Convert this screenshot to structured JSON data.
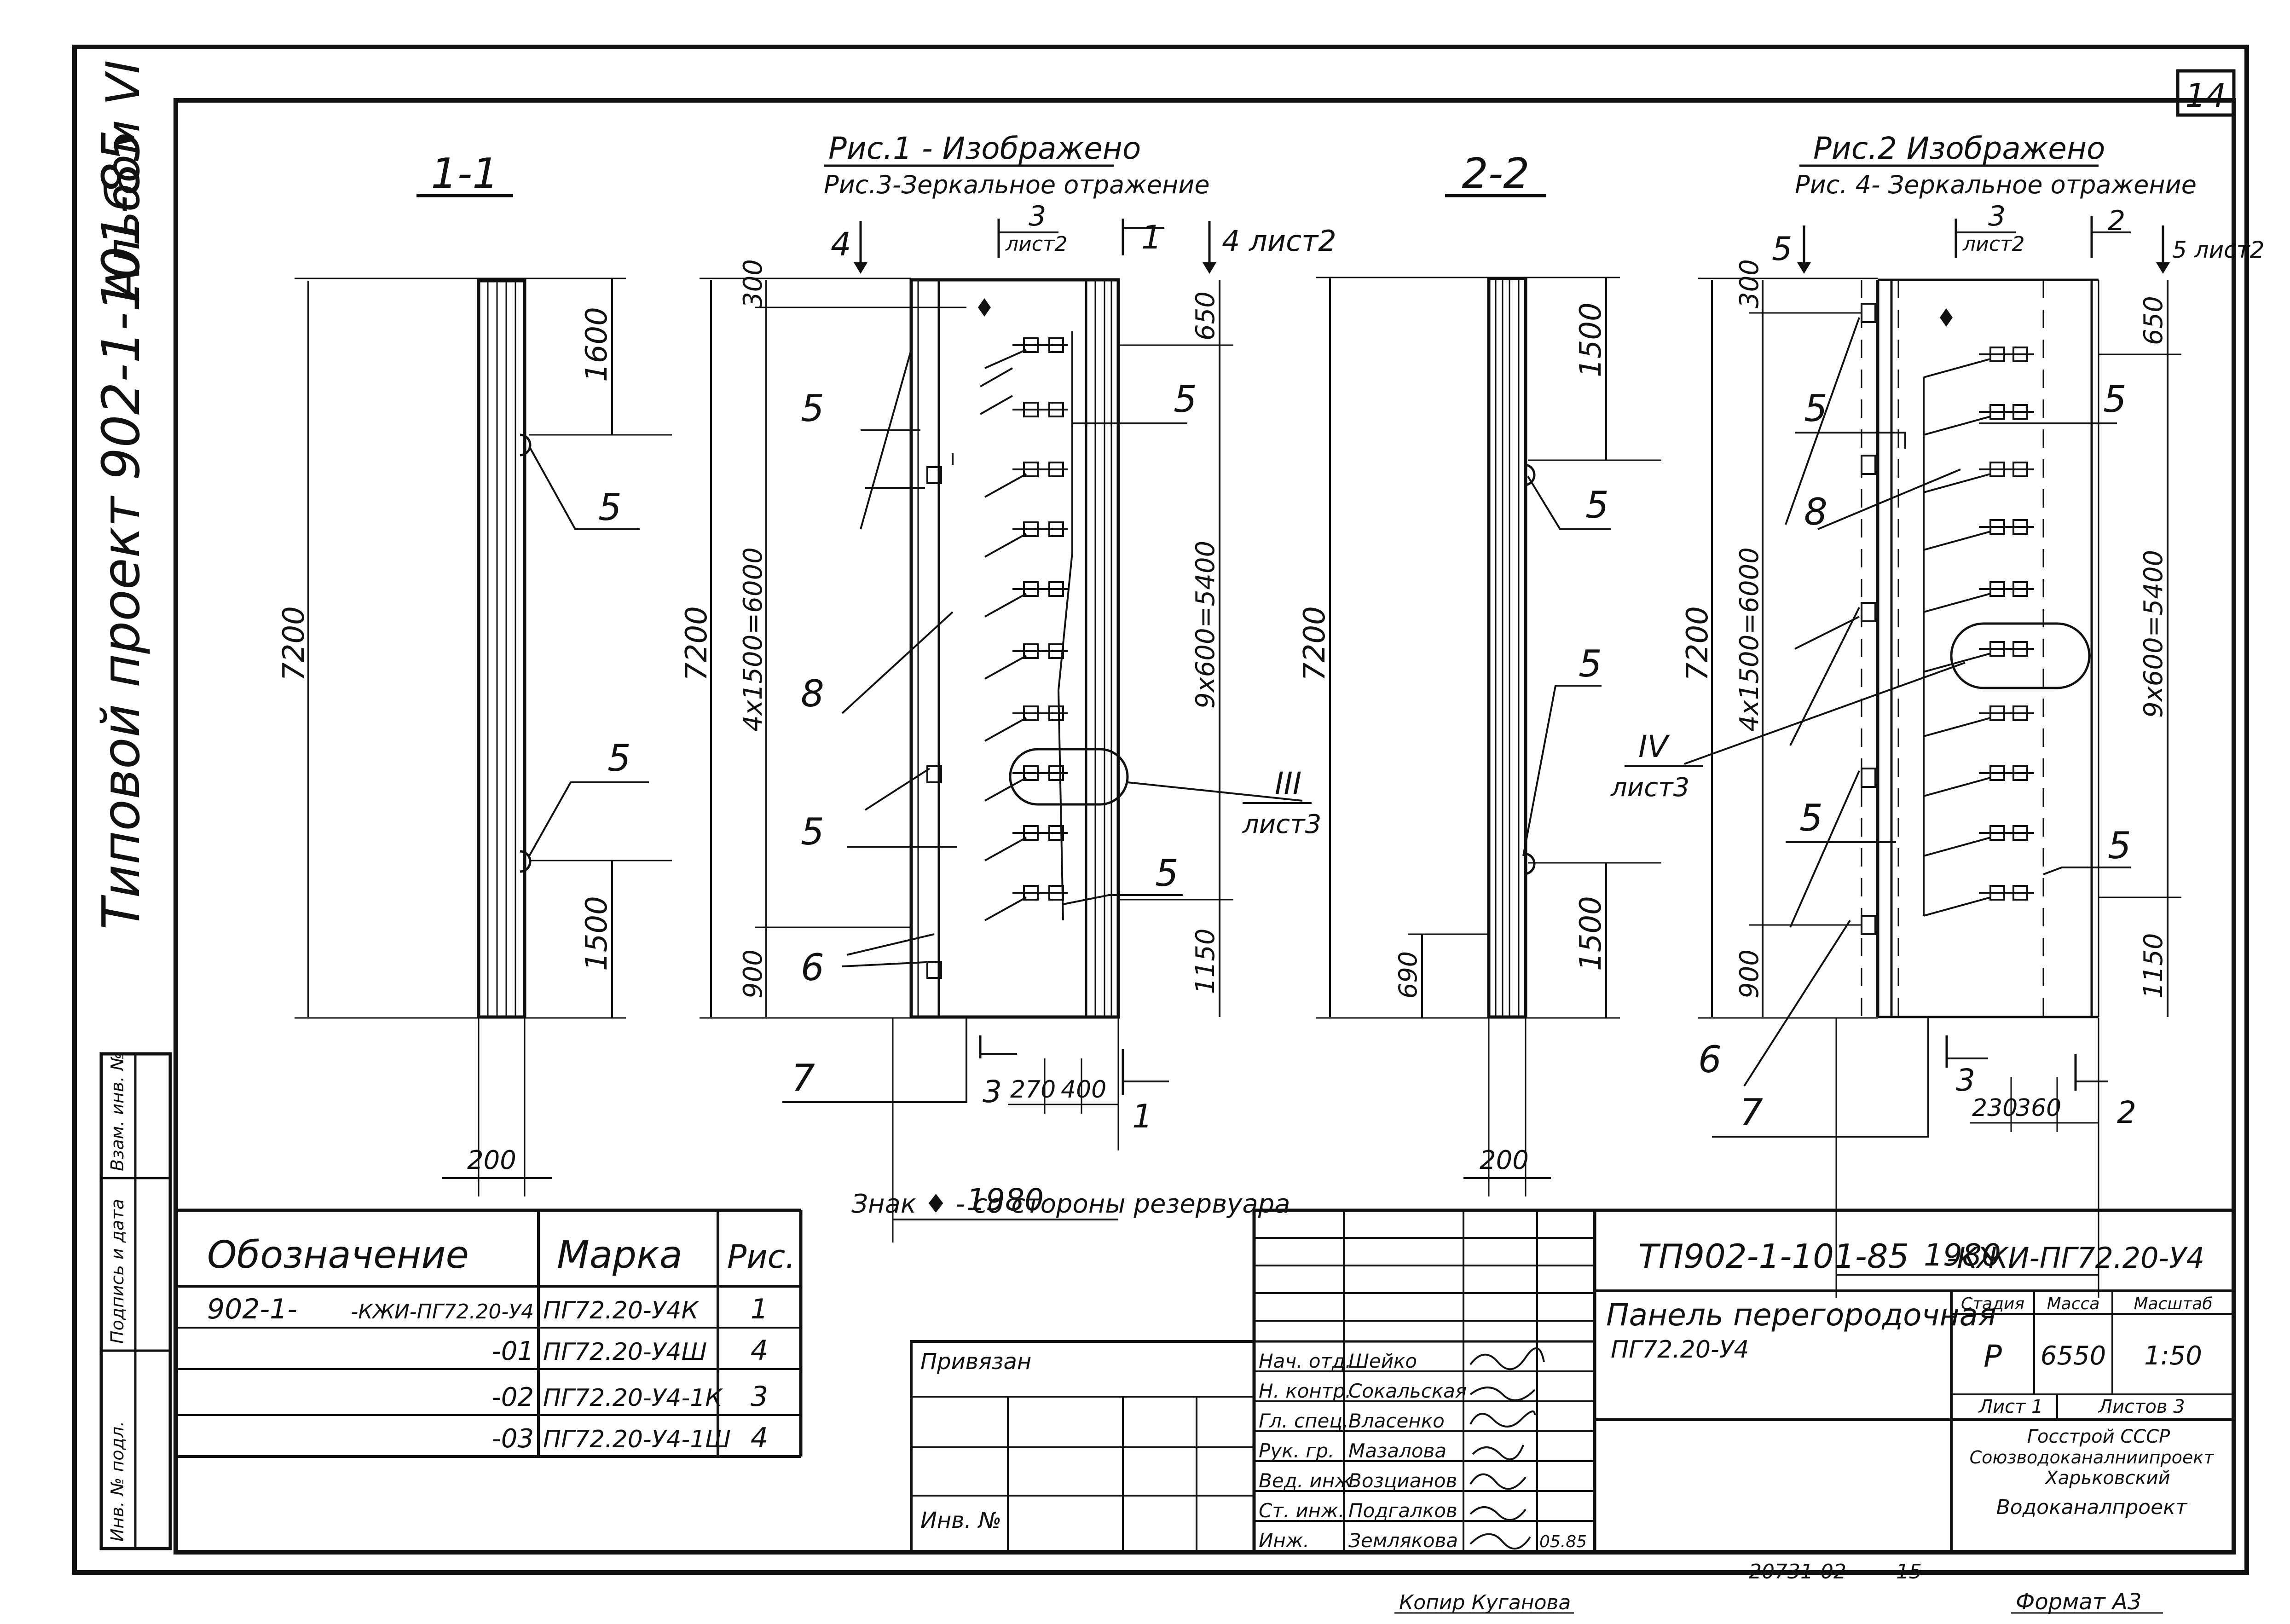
{
  "sheet": {
    "sheet_number": "14",
    "side_title": "Типовой проект 902-1-101-85",
    "album": "Альбом VI",
    "side_stamp_cells": [
      "Инв. № подл.",
      "Подпись и дата",
      "Взам. инв. №"
    ]
  },
  "views": {
    "section_1_1": "1-1",
    "fig1_caption_top": "Рис.1 - Изображено",
    "fig1_caption_bottom": "Рис.3-Зеркальное отражение",
    "section_2_2": "2-2",
    "fig2_caption_top": "Рис.2 Изображено",
    "fig2_caption_bottom": "Рис. 4- Зеркальное отражение",
    "fig1_cut_marks": [
      "4",
      "3",
      "лист2",
      "1",
      "4 лист2"
    ],
    "fig2_cut_marks": [
      "5",
      "3",
      "лист2",
      "2",
      "5 лист2"
    ],
    "callout_fig1": [
      "III",
      "лист3"
    ],
    "callout_fig2": [
      "IV",
      "лист3"
    ],
    "bottom_cut_fig1": [
      "3",
      "1"
    ],
    "bottom_cut_fig2": [
      "3",
      "2"
    ]
  },
  "dimensions": {
    "v1": {
      "total": "7200",
      "top": "1600",
      "bottom": "1500",
      "width": "200"
    },
    "v2": {
      "total": "7200",
      "top": "300",
      "mid": "4х1500=6000",
      "bottom": "900",
      "right_top": "650",
      "right_mid": "9х600=5400",
      "right_bottom": "1150",
      "b1": "270",
      "b2": "400",
      "width": "1980"
    },
    "v3": {
      "total": "7200",
      "top": "1500",
      "bottom": "1500",
      "extra": "690",
      "width": "200"
    },
    "v4": {
      "total": "7200",
      "top": "300",
      "mid": "4х1500=6000",
      "bottom": "900",
      "right_top": "650",
      "right_mid": "9х600=5400",
      "right_bottom": "1150",
      "b1": "230",
      "b2": "360",
      "width": "1980"
    }
  },
  "positions": {
    "v1": [
      "5",
      "5"
    ],
    "v2": [
      "5",
      "5",
      "8",
      "5",
      "6",
      "5",
      "7"
    ],
    "v3": [
      "5",
      "5"
    ],
    "v4": [
      "5",
      "5",
      "8",
      "5",
      "6",
      "5",
      "7"
    ]
  },
  "note": "Знак ♦ - со стороны резервуара",
  "spec_table": {
    "headers": [
      "Обозначение",
      "Марка",
      "Рис."
    ],
    "rows": [
      {
        "designation": "902-1-",
        "suffix": "-КЖИ-ПГ72.20-У4",
        "mark": "ПГ72.20-У4К",
        "fig": "1"
      },
      {
        "designation": "",
        "suffix": "-01",
        "mark": "ПГ72.20-У4Ш",
        "fig": "4"
      },
      {
        "designation": "",
        "suffix": "-02",
        "mark": "ПГ72.20-У4-1К",
        "fig": "3"
      },
      {
        "designation": "",
        "suffix": "-03",
        "mark": "ПГ72.20-У4-1Ш",
        "fig": "4"
      }
    ]
  },
  "binding": {
    "label": "Привязан",
    "inv_label": "Инв. №"
  },
  "title_block": {
    "code": "ТП902-1-101-85",
    "code_suffix": "-КЖИ-ПГ72.20-У4",
    "name_line1": "Панель перегородочная",
    "name_line2": "ПГ72.20-У4",
    "stage_label": "Стадия",
    "mass_label": "Масса",
    "scale_label": "Масштаб",
    "stage": "Р",
    "mass": "6550",
    "scale": "1:50",
    "sheet_label": "Лист 1",
    "sheets_label": "Листов 3",
    "org_line1": "Госстрой СССР",
    "org_line2": "Союзводоканалниипроект",
    "org_line3": "Харьковский",
    "org_line4": "Водоканалпроект",
    "signatures": [
      {
        "role": "Нач. отд.",
        "name": "Шейко"
      },
      {
        "role": "Н. контр.",
        "name": "Сокальская"
      },
      {
        "role": "Гл. спец.",
        "name": "Власенко"
      },
      {
        "role": "Рук. гр.",
        "name": "Мазалова"
      },
      {
        "role": "Вед. инж.",
        "name": "Возцианов"
      },
      {
        "role": "Ст. инж.",
        "name": "Подгалков"
      },
      {
        "role": "Инж.",
        "name": "Землякова"
      }
    ],
    "date": "05.85"
  },
  "footer": {
    "archive": "20731-02",
    "page": "15",
    "copied": "Копир Куганова",
    "format": "Формат А3"
  }
}
